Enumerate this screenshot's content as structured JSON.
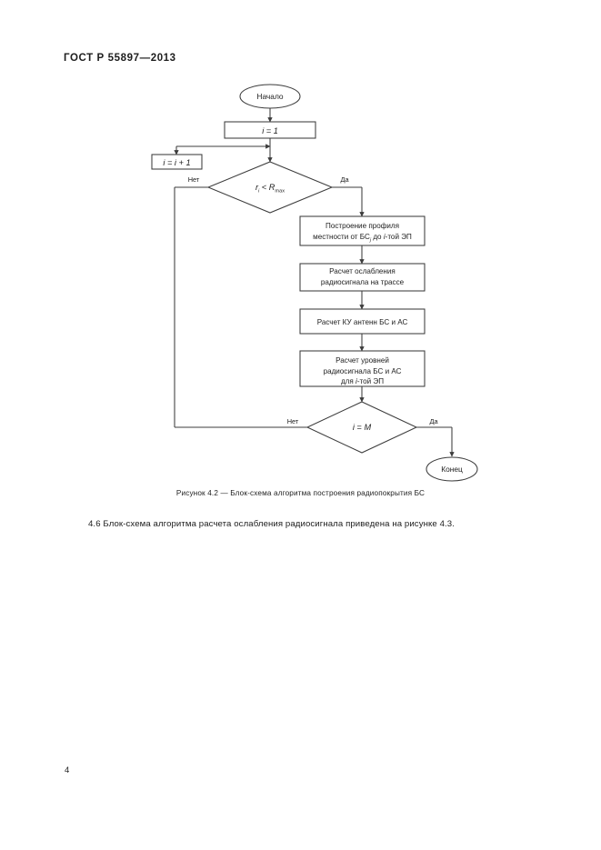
{
  "document": {
    "header": "ГОСТ Р 55897—2013",
    "page_number": "4",
    "figure_caption": "Рисунок 4.2 — Блок-схема алгоритма построения радиопокрытия БС",
    "body_paragraph": "4.6 Блок-схема алгоритма расчета ослабления радиосигнала приведена на рисунке 4.3."
  },
  "flowchart": {
    "title": "Блок-схема алгоритма построения радиопокрытия БС",
    "nodes": {
      "start": {
        "type": "terminator",
        "label": "Начало"
      },
      "init": {
        "type": "process",
        "label": "i = 1"
      },
      "increment": {
        "type": "process",
        "label": "i = i + 1"
      },
      "decision_radius": {
        "type": "decision",
        "label_main": "r",
        "label_sub1": "i",
        "label_op": " < ",
        "label_r": "R",
        "label_sub2": "max"
      },
      "profile": {
        "type": "process",
        "line1": "Построение профиля",
        "line2a": "местности от БС",
        "line2sub": "j",
        "line2b": " до ",
        "line2c": "i",
        "line2d": "-той ЭП"
      },
      "attenuation": {
        "type": "process",
        "line1": "Расчет ослабления",
        "line2": "радиосигнала на трассе"
      },
      "antenna_gain": {
        "type": "process",
        "line1": "Расчет КУ антенн БС и АС"
      },
      "signal_levels": {
        "type": "process",
        "line1": "Расчет уровней",
        "line2": "радиосигнала БС и АС",
        "line3a": "для ",
        "line3b": "i",
        "line3c": "-той ЭП"
      },
      "decision_last": {
        "type": "decision",
        "label_i": "i",
        "label_eq": " = ",
        "label_m": "M"
      },
      "end": {
        "type": "terminator",
        "label": "Конец"
      }
    },
    "edge_labels": {
      "radius_no": "Нет",
      "radius_yes": "Да",
      "last_no": "Нет",
      "last_yes": "Да"
    },
    "colors": {
      "stroke": "#3c3c3c",
      "text": "#1d1d1d",
      "background": "#ffffff"
    }
  }
}
